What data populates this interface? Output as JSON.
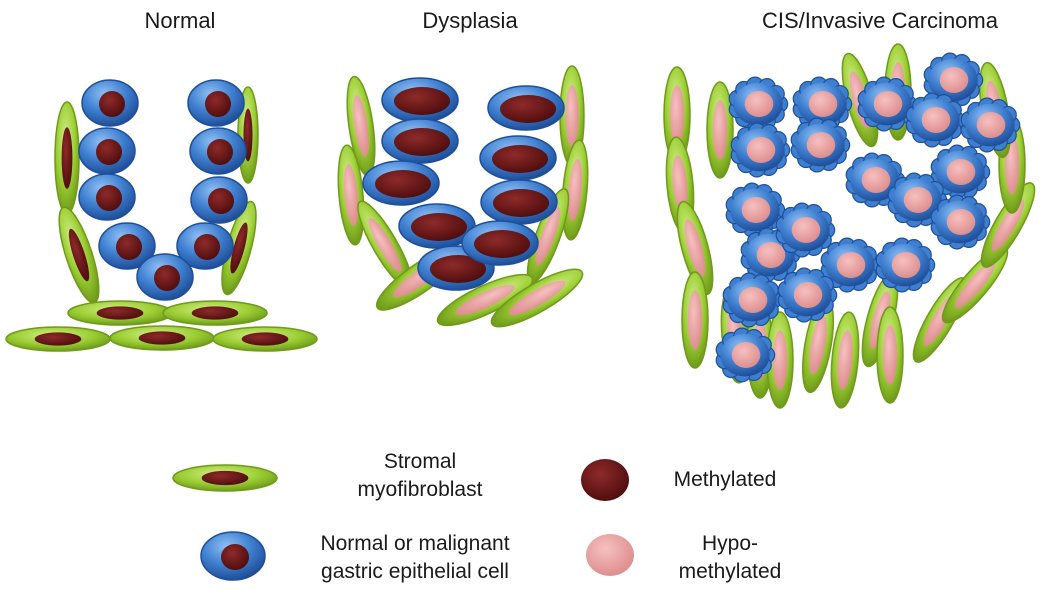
{
  "panels": [
    {
      "title": "Normal"
    },
    {
      "title": "Dysplasia"
    },
    {
      "title": "CIS/Invasive Carcinoma"
    }
  ],
  "legend": {
    "stromal_line1": "Stromal",
    "stromal_line2": "myofibroblast",
    "epithelial_line1": "Normal or malignant",
    "epithelial_line2": "gastric epithelial cell",
    "methylated": "Methylated",
    "hypo_line1": "Hypo-",
    "hypo_line2": "methylated"
  },
  "colors": {
    "stroma_fill": "#9acd32",
    "stroma_edge": "#6f9a1a",
    "epithelial_fill": "#3f7fd0",
    "epithelial_edge": "#1f4f9a",
    "methylated": "#6b1414",
    "hypomethylated": "#e89a9a"
  },
  "icons": [
    "stromal-myofibroblast-icon",
    "epithelial-cell-icon",
    "methylated-dot-icon",
    "hypomethylated-dot-icon"
  ]
}
